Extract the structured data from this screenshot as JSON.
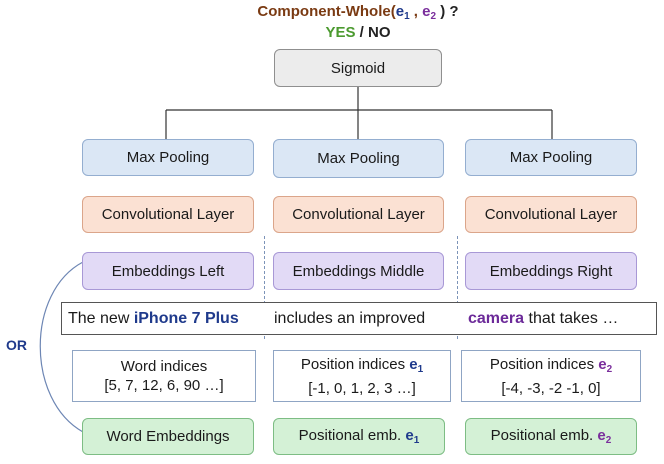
{
  "header": {
    "title_prefix": "Component-Whole(",
    "title_e1": "e",
    "title_sub1": "1",
    "title_sep": " , ",
    "title_e2": "e",
    "title_sub2": "2",
    "title_suffix": " ) ?",
    "yes": "YES",
    "slash_no": " / NO"
  },
  "sigmoid": "Sigmoid",
  "columns": [
    {
      "pool": "Max Pooling",
      "conv": "Convolutional Layer",
      "emb": "Embeddings Left"
    },
    {
      "pool": "Max Pooling",
      "conv": "Convolutional Layer",
      "emb": "Embeddings Middle"
    },
    {
      "pool": "Max Pooling",
      "conv": "Convolutional Layer",
      "emb": "Embeddings Right"
    }
  ],
  "sentence": {
    "left_plain": "The new ",
    "left_entity": "iPhone 7 Plus",
    "middle": "includes an improved",
    "right_entity": "camera",
    "right_plain": " that takes …"
  },
  "indices": {
    "word_title": "Word indices",
    "word_values": "[5, 7, 12, 6, 90 …]",
    "pos1_title": "Position indices ",
    "pos1_e": "e",
    "pos1_sub": "1",
    "pos1_values": "[-1, 0, 1, 2, 3 …]",
    "pos2_title": "Position indices ",
    "pos2_e": "e",
    "pos2_sub": "2",
    "pos2_values": "[-4, -3, -2 -1, 0]"
  },
  "embeddings": {
    "word": "Word Embeddings",
    "pos1_label": "Positional emb. ",
    "pos1_e": "e",
    "pos1_sub": "1",
    "pos2_label": "Positional emb. ",
    "pos2_e": "e",
    "pos2_sub": "2"
  },
  "or_label": "OR",
  "colors": {
    "title": "#7a3a12",
    "yes": "#4b9a2f",
    "entity1": "#1f3a8c",
    "entity2": "#6c2a99",
    "or": "#1f3a8c"
  }
}
